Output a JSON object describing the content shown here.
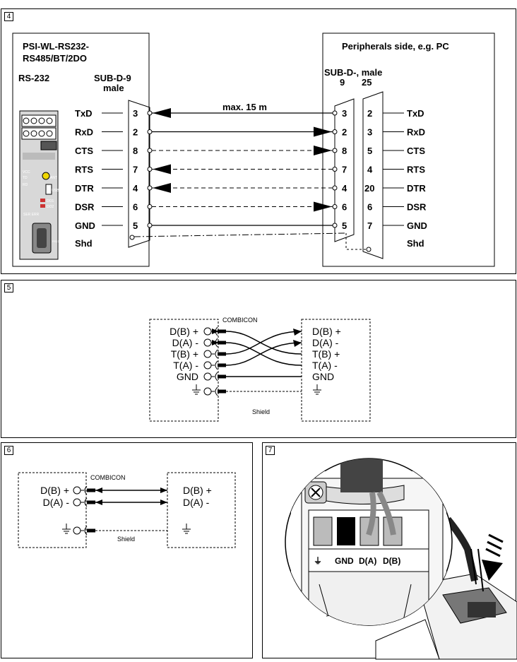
{
  "panel4": {
    "number": "4",
    "device_title_1": "PSI-WL-RS232-",
    "device_title_2": "RS485/BT/2DO",
    "rs232_label": "RS-232",
    "subd9_label": "SUB-D-9",
    "male_label": "male",
    "peripheral_title": "Peripherals side, e.g. PC",
    "subd_male_label": "SUB-D-, male",
    "col9": "9",
    "col25": "25",
    "distance": "max. 15 m",
    "device_text": {
      "vcc": "VCC",
      "td": "TD",
      "rd": "RD",
      "ant": "ANT",
      "usb": "USB",
      "do1": "DO1",
      "do2": "DO2",
      "ser": "SER ERR",
      "rs232": "RS232"
    },
    "signals": [
      {
        "left": "TxD",
        "pin9l": "3",
        "pin9r": "3",
        "pin25": "2",
        "right": "TxD",
        "style": "solid",
        "arrow": "left"
      },
      {
        "left": "RxD",
        "pin9l": "2",
        "pin9r": "2",
        "pin25": "3",
        "right": "RxD",
        "style": "solid",
        "arrow": "right"
      },
      {
        "left": "CTS",
        "pin9l": "8",
        "pin9r": "8",
        "pin25": "5",
        "right": "CTS",
        "style": "dashed",
        "arrow": "right"
      },
      {
        "left": "RTS",
        "pin9l": "7",
        "pin9r": "7",
        "pin25": "4",
        "right": "RTS",
        "style": "dashed",
        "arrow": "left"
      },
      {
        "left": "DTR",
        "pin9l": "4",
        "pin9r": "4",
        "pin25": "20",
        "right": "DTR",
        "style": "dashed",
        "arrow": "left"
      },
      {
        "left": "DSR",
        "pin9l": "6",
        "pin9r": "6",
        "pin25": "6",
        "right": "DSR",
        "style": "dashed",
        "arrow": "right"
      },
      {
        "left": "GND",
        "pin9l": "5",
        "pin9r": "5",
        "pin25": "7",
        "right": "GND",
        "style": "solid",
        "arrow": "none"
      }
    ],
    "shd_left": "Shd",
    "shd_right": "Shd"
  },
  "panel5": {
    "number": "5",
    "combicon": "COMBICON",
    "left_labels": [
      "D(B) +",
      "D(A) -",
      "T(B) +",
      "T(A) -",
      "GND",
      "⏚"
    ],
    "right_labels": [
      "D(B) +",
      "D(A) -",
      "T(B) +",
      "T(A) -",
      "GND",
      "⏚"
    ],
    "shield": "Shield"
  },
  "panel6": {
    "number": "6",
    "combicon": "COMBICON",
    "left_labels": [
      "D(B) +",
      "D(A) -",
      "⏚"
    ],
    "right_labels": [
      "D(B) +",
      "D(A) -",
      "⏚"
    ],
    "shield": "Shield"
  },
  "panel7": {
    "number": "7",
    "terminal_labels": [
      "⏚",
      "GND",
      "D(A)",
      "D(B)"
    ]
  }
}
